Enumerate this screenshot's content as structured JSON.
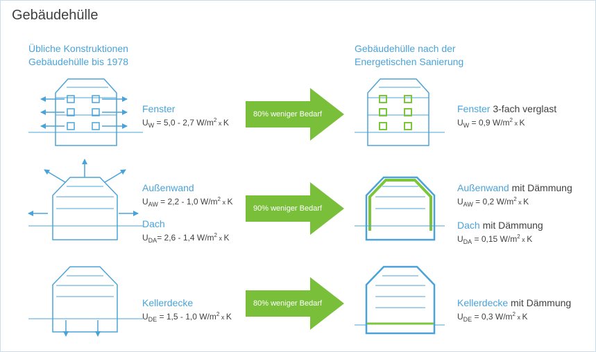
{
  "title": "Gebäudehülle",
  "left_heading": [
    "Übliche Konstruktionen",
    "Gebäudehülle bis 1978"
  ],
  "right_heading": [
    "Gebäudehülle nach der",
    "Energetischen Sanierung"
  ],
  "colors": {
    "blue": "#4aa3d8",
    "green": "#7dc63b",
    "text": "#3f3f3f",
    "arrow": "#79bf3a"
  },
  "rows": [
    {
      "before_label": "Fenster",
      "before_value": {
        "sym": "U",
        "sub": "W",
        "val": " = 5,0 - 2,7 W/m",
        "sup": "2",
        "x": " x ",
        "unit": "K"
      },
      "arrow": "80% weniger Bedarf",
      "after_label": "Fenster",
      "after_extra": " 3-fach verglast",
      "after_value": {
        "sym": "U",
        "sub": "W",
        "val": " = 0,9 W/m",
        "sup": "2",
        "x": " x ",
        "unit": "K"
      }
    },
    {
      "before_label": "Außenwand",
      "before_value": {
        "sym": "U",
        "sub": "AW",
        "val": " = 2,2 - 1,0 W/m",
        "sup": "2",
        "x": " x ",
        "unit": "K"
      },
      "before_label2": "Dach",
      "before_value2": {
        "sym": "U",
        "sub": "DA",
        "val": "= 2,6 - 1,4 W/m",
        "sup": "2",
        "x": " x ",
        "unit": "K"
      },
      "arrow": "90% weniger Bedarf",
      "after_label": "Außenwand",
      "after_extra": " mit Dämmung",
      "after_value": {
        "sym": "U",
        "sub": "AW",
        "val": " = 0,2 W/m",
        "sup": "2",
        "x": " x ",
        "unit": "K"
      },
      "after_label2": "Dach",
      "after_extra2": " mit Dämmung",
      "after_value2": {
        "sym": "U",
        "sub": "DA",
        "val": " = 0,15 W/m",
        "sup": "2",
        "x": " x ",
        "unit": "K"
      }
    },
    {
      "before_label": "Kellerdecke",
      "before_value": {
        "sym": "U",
        "sub": "DE",
        "val": " = 1,5 - 1,0 W/m",
        "sup": "2",
        "x": " x ",
        "unit": "K"
      },
      "arrow": "80% weniger Bedarf",
      "after_label": "Kellerdecke",
      "after_extra": " mit Dämmung",
      "after_value": {
        "sym": "U",
        "sub": "DE",
        "val": " = 0,3 W/m",
        "sup": "2",
        "x": " x ",
        "unit": "K"
      }
    }
  ]
}
